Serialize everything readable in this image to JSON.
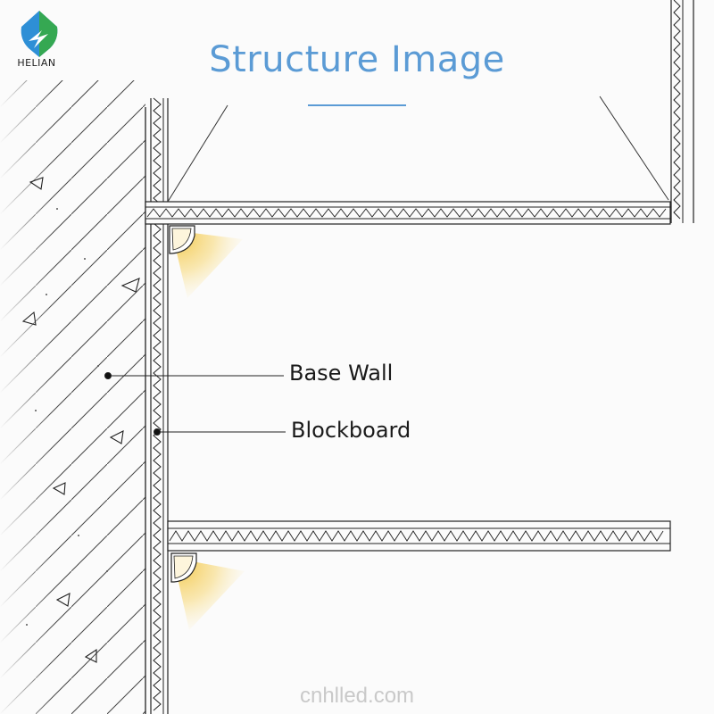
{
  "brand": {
    "name": "HELIAN",
    "logo_icon": "helian-leaf-logo-icon",
    "accent": "#5b9bd5"
  },
  "title": "Structure Image",
  "labels": {
    "base_wall": "Base Wall",
    "blockboard": "Blockboard"
  },
  "watermark": "cnhlled.com",
  "colors": {
    "title": "#5b9bd5",
    "line": "#222222",
    "light": "#f6d77a",
    "hatch": "#333333"
  }
}
